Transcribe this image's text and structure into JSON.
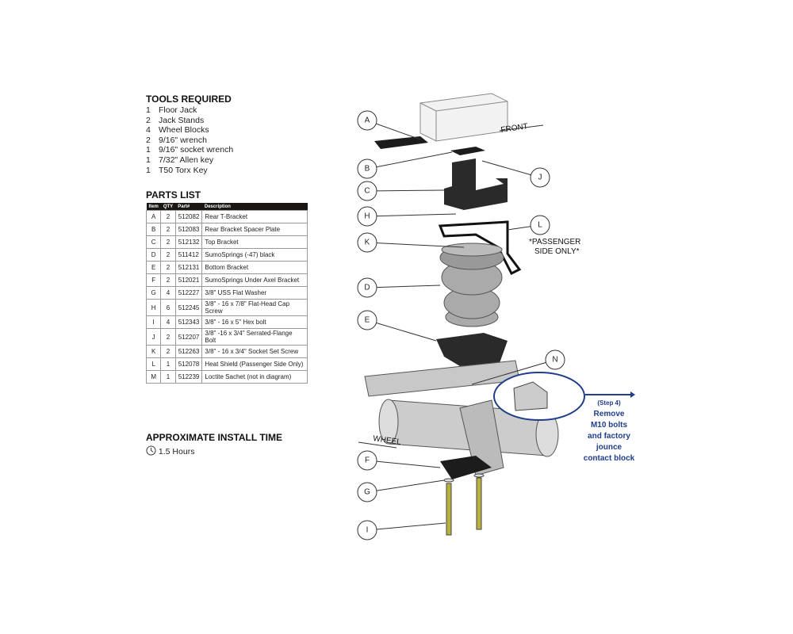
{
  "tools": {
    "title": "TOOLS REQUIRED",
    "items": [
      {
        "qty": "1",
        "name": "Floor Jack"
      },
      {
        "qty": "2",
        "name": "Jack Stands"
      },
      {
        "qty": "4",
        "name": "Wheel Blocks"
      },
      {
        "qty": "2",
        "name": "9/16\" wrench"
      },
      {
        "qty": "1",
        "name": "9/16\" socket wrench"
      },
      {
        "qty": "1",
        "name": "7/32\" Allen key"
      },
      {
        "qty": "1",
        "name": "T50 Torx Key"
      }
    ]
  },
  "parts": {
    "title": "PARTS LIST",
    "headers": [
      "Item",
      "QTY",
      "Part#",
      "Description"
    ],
    "rows": [
      [
        "A",
        "2",
        "512082",
        "Rear T-Bracket"
      ],
      [
        "B",
        "2",
        "512083",
        "Rear Bracket Spacer Plate"
      ],
      [
        "C",
        "2",
        "512132",
        "Top Bracket"
      ],
      [
        "D",
        "2",
        "511412",
        "SumoSprings (-47) black"
      ],
      [
        "E",
        "2",
        "512131",
        "Bottom Bracket"
      ],
      [
        "F",
        "2",
        "512021",
        "SumoSprings Under Axel Bracket"
      ],
      [
        "G",
        "4",
        "512227",
        "3/8\" USS Flat Washer"
      ],
      [
        "H",
        "6",
        "512245",
        "3/8\" - 16 x 7/8\" Flat-Head Cap Screw"
      ],
      [
        "I",
        "4",
        "512343",
        "3/8\" - 16 x 5\" Hex bolt"
      ],
      [
        "J",
        "2",
        "512207",
        "3/8\" -16 x 3/4\" Serrated-Flange Bolt"
      ],
      [
        "K",
        "2",
        "512263",
        "3/8\" - 16 x 3/4\" Socket Set Screw"
      ],
      [
        "L",
        "1",
        "512078",
        "Heat Shield (Passenger Side Only)"
      ],
      [
        "M",
        "1",
        "512239",
        "Loctite Sachet (not in diagram)"
      ]
    ]
  },
  "install": {
    "title": "APPROXIMATE INSTALL TIME",
    "time": "1.5 Hours",
    "icon": "clock-icon"
  },
  "diagram": {
    "front": "FRONT",
    "wheel": "WHEEL",
    "passenger_1": "*PASSENGER",
    "passenger_2": "SIDE ONLY*",
    "step": [
      "(Step 4)",
      "Remove",
      "M10 bolts",
      "and factory",
      "jounce",
      "contact block"
    ],
    "labels": [
      "A",
      "B",
      "C",
      "H",
      "K",
      "D",
      "E",
      "F",
      "G",
      "I",
      "J",
      "L",
      "N"
    ],
    "accent": "#1f3d8c"
  }
}
